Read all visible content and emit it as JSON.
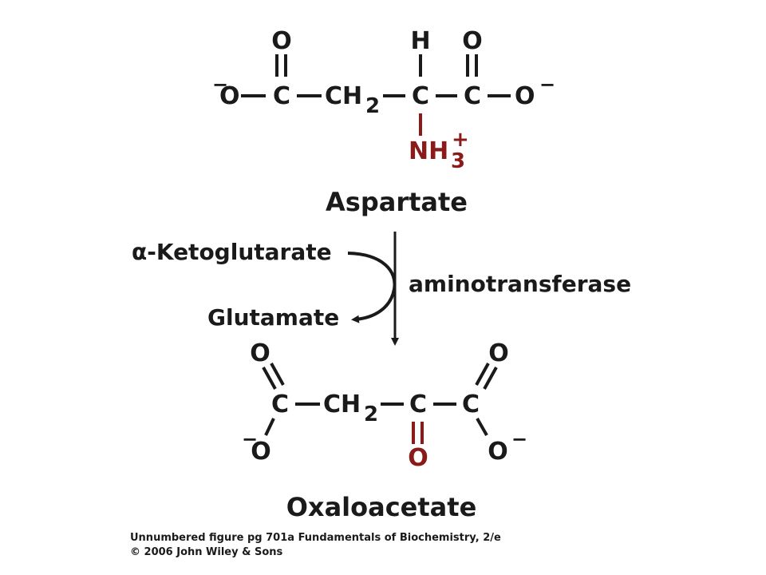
{
  "colors": {
    "ink": "#1a1a1a",
    "accent": "#8b1a1a",
    "background": "#ffffff"
  },
  "aspartate": {
    "name": "Aspartate",
    "o_top_left": "O",
    "h_top": "H",
    "o_top_right": "O",
    "o_minus_left": "O",
    "minus_sign": "−",
    "c1": "C",
    "ch": "CH",
    "sub2": "2",
    "c_alpha": "C",
    "c4": "C",
    "o_minus_right": "O",
    "amino_nh": "NH",
    "amino_sub": "3",
    "amino_plus": "+"
  },
  "reaction": {
    "cosubstrate_in": "α-Ketoglutarate",
    "cosubstrate_out": "Glutamate",
    "enzyme": "aminotransferase"
  },
  "oxaloacetate": {
    "name": "Oxaloacetate",
    "o_top_left": "O",
    "o_top_right": "O",
    "c1": "C",
    "ch": "CH",
    "sub2": "2",
    "c_keto": "C",
    "c4": "C",
    "o_bottom_left": "O",
    "o_bottom_right": "O",
    "minus_sign": "−",
    "keto_o": "O"
  },
  "credits": {
    "line1": "Unnumbered figure pg 701a  Fundamentals of Biochemistry, 2/e",
    "line2": "© 2006 John Wiley & Sons"
  }
}
